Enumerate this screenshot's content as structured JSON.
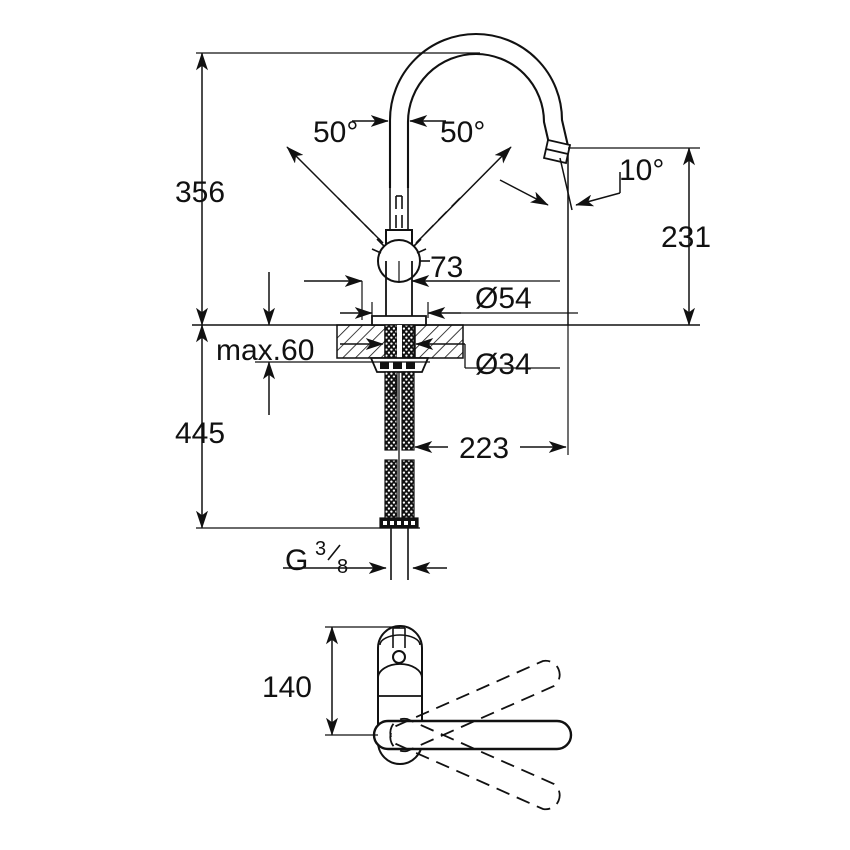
{
  "drawing": {
    "type": "technical-dimension-drawing",
    "subject": "single-lever kitchen mixer tap",
    "units": "mm",
    "colors": {
      "line": "#111111",
      "background": "#ffffff"
    },
    "views": [
      {
        "id": "elevation",
        "name": "front elevation with section"
      },
      {
        "id": "plan",
        "name": "bottom plan view of lever swivel"
      }
    ],
    "dimensions": {
      "height_above_counter": "356",
      "spout_outlet_height": "231",
      "lever_pivot_height": "73",
      "counter_thickness_max": "max.60",
      "length_below_counter": "445",
      "reach_horizontal": "223",
      "escutcheon_diameter": "Ø54",
      "shank_diameter": "Ø34",
      "lever_length_plan": "140",
      "spout_swivel_left": "50°",
      "spout_swivel_right": "50°",
      "outlet_angle": "10°",
      "thread_label": "G",
      "thread_numerator": "3",
      "thread_denominator": "8"
    }
  }
}
